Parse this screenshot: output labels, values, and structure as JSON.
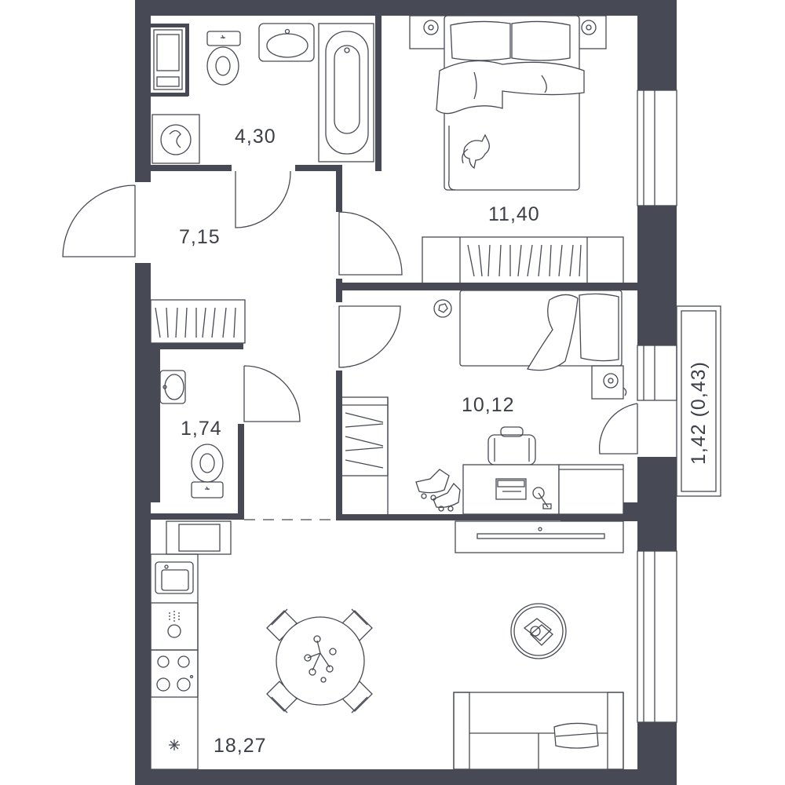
{
  "plan": {
    "colors": {
      "wall": "#474a54",
      "line": "#474a54",
      "background": "#ffffff"
    },
    "rooms": [
      {
        "id": "bathroom",
        "area": "4,30"
      },
      {
        "id": "hallway",
        "area": "7,15"
      },
      {
        "id": "bedroom",
        "area": "11,40"
      },
      {
        "id": "kids-room",
        "area": "10,12"
      },
      {
        "id": "wc",
        "area": "1,74"
      },
      {
        "id": "living-kitchen",
        "area": "18,27"
      },
      {
        "id": "balcony",
        "area": "1,42 (0,43)"
      }
    ],
    "icons": [
      "washing-machine-icon",
      "toilet-icon",
      "sink-icon",
      "bathtub-icon",
      "double-bed-icon",
      "cat-icon",
      "single-bed-icon",
      "soccer-ball-icon",
      "rollerblades-icon",
      "laptop-icon",
      "desk-lamp-icon",
      "office-chair-icon",
      "kitchen-sink-icon",
      "cooktop-icon",
      "dining-table-icon",
      "sofa-icon",
      "coffee-table-icon",
      "tv-icon",
      "wardrobe-icon"
    ]
  }
}
